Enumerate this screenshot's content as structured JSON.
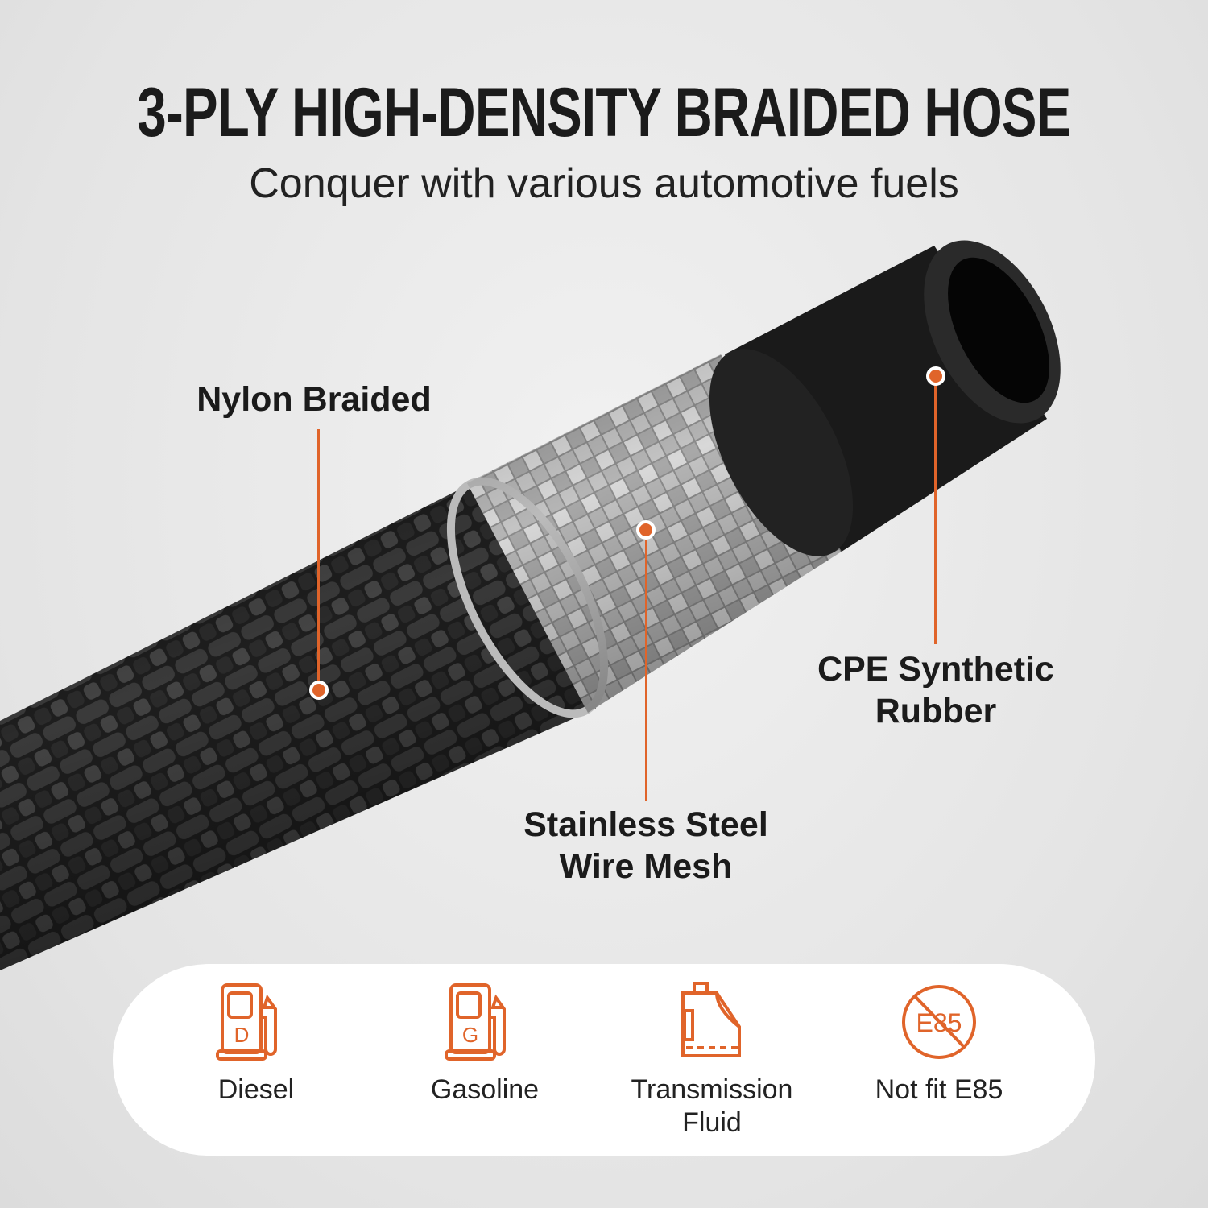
{
  "header": {
    "title": "3-PLY HIGH-DENSITY BRAIDED HOSE",
    "subtitle": "Conquer with various automotive fuels"
  },
  "callouts": [
    {
      "label": "Nylon Braided"
    },
    {
      "label_line1": "Stainless Steel",
      "label_line2": "Wire Mesh"
    },
    {
      "label_line1": "CPE Synthetic",
      "label_line2": "Rubber"
    }
  ],
  "features": [
    {
      "icon": "diesel-pump-icon",
      "icon_letter": "D",
      "label": "Diesel"
    },
    {
      "icon": "gasoline-pump-icon",
      "icon_letter": "G",
      "label": "Gasoline"
    },
    {
      "icon": "fluid-bottle-icon",
      "label_line1": "Transmission",
      "label_line2": "Fluid"
    },
    {
      "icon": "no-e85-icon",
      "icon_text": "E85",
      "label": "Not fit E85"
    }
  ],
  "colors": {
    "accent": "#e0642a",
    "text": "#1b1b1b",
    "background": "#e6e6e6"
  }
}
